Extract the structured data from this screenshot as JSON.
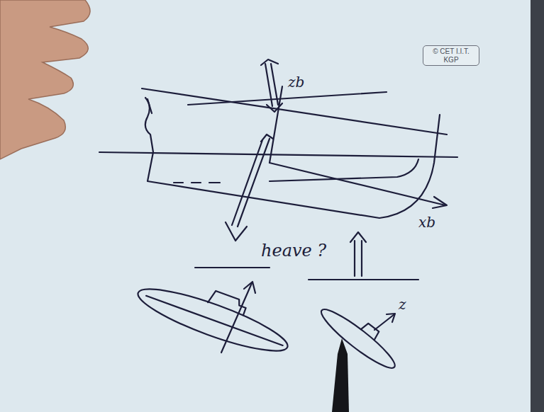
{
  "diagram": {
    "nodes": [
      {
        "text": [
          "© CET I.I.T. KGP"
        ]
      }
    ],
    "labels": [
      "zb",
      "xb",
      "heave ?",
      "z"
    ]
  }
}
